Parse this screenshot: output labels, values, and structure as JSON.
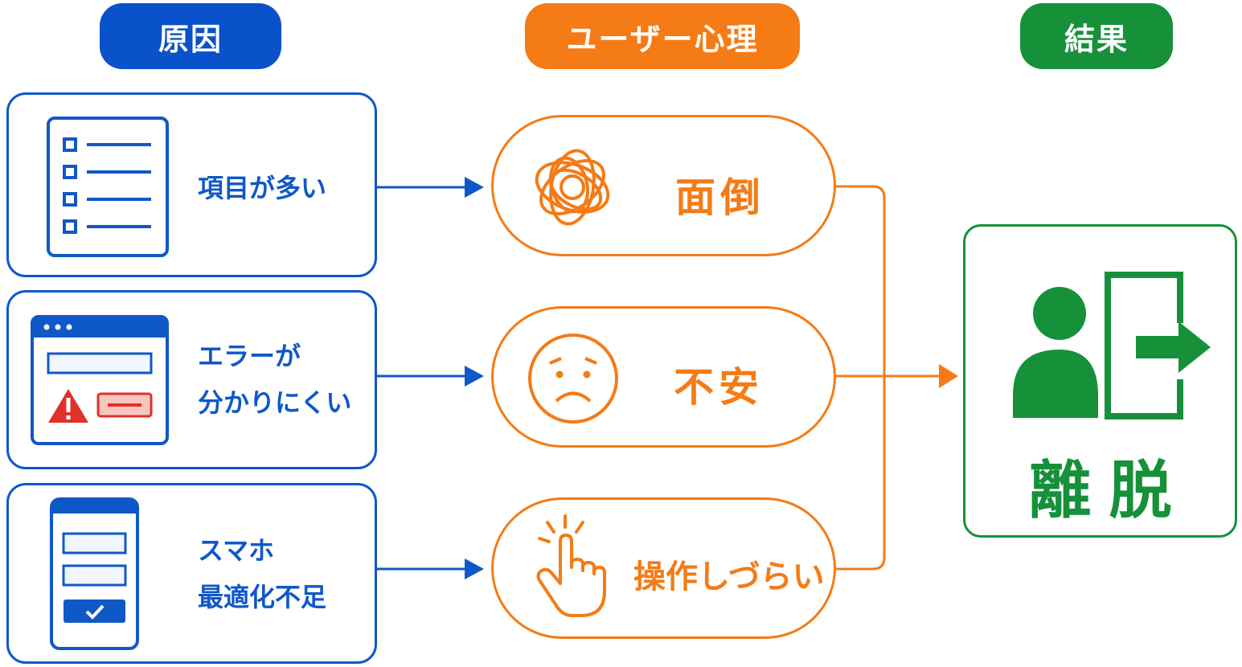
{
  "headers": {
    "cause": "原因",
    "mindset": "ユーザー心理",
    "result": "結果"
  },
  "causes": [
    {
      "label": "項目が多い",
      "icon": "checklist-form-icon"
    },
    {
      "line1": "エラーが",
      "line2": "分かりにくい",
      "icon": "error-dialog-icon"
    },
    {
      "line1": "スマホ",
      "line2": "最適化不足",
      "icon": "smartphone-form-icon"
    }
  ],
  "feelings": [
    {
      "label": "面倒",
      "icon": "tangle-icon"
    },
    {
      "label": "不安",
      "icon": "worried-face-icon"
    },
    {
      "label": "操作しづらい",
      "icon": "tapping-hand-icon"
    }
  ],
  "result": {
    "label": "離脱",
    "icon": "person-exit-icon"
  },
  "colors": {
    "cause": "#0f58c8",
    "mindset": "#f47b16",
    "result": "#16913a",
    "error": "#e0322b"
  }
}
